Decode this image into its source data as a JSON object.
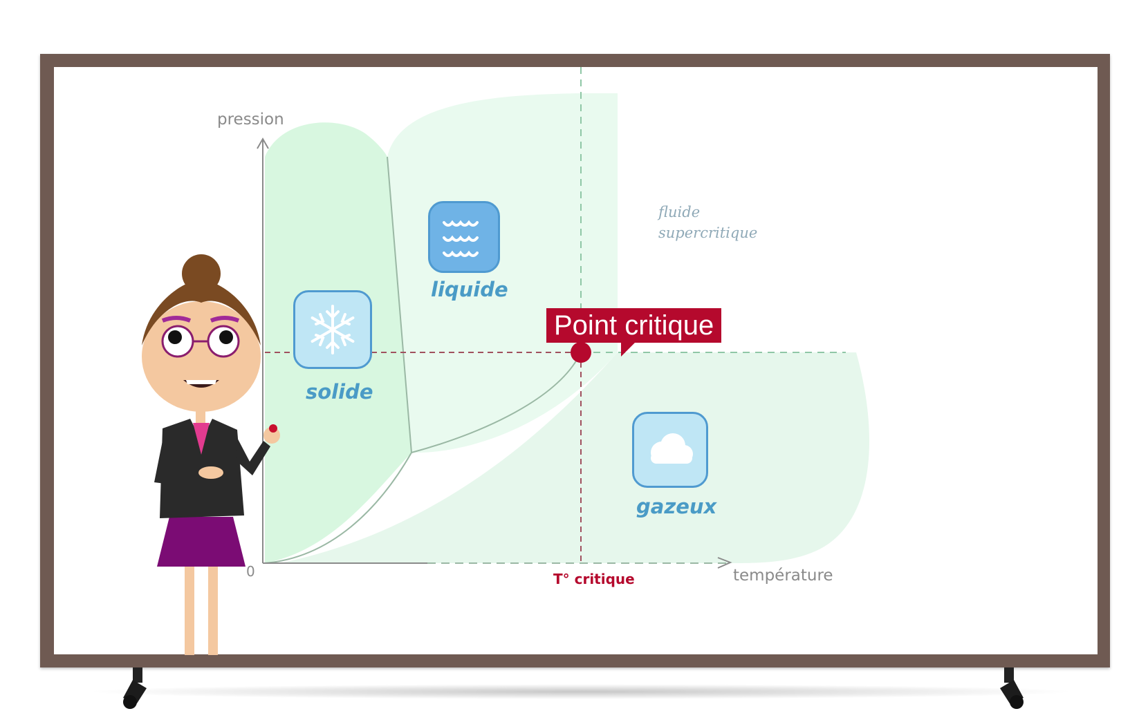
{
  "axes": {
    "y_label": "pression",
    "x_label": "température",
    "origin": "0"
  },
  "phases": {
    "solid": "solide",
    "liquid": "liquide",
    "gas": "gazeux",
    "supercritical_line1": "fluide",
    "supercritical_line2": "supercritique"
  },
  "critical_point": {
    "label": "Point critique",
    "temperature_label": "T° critique"
  },
  "icons": {
    "solid": "snowflake-icon",
    "liquid": "waves-icon",
    "gas": "cloud-icon"
  },
  "colors": {
    "frame": "#6f5a52",
    "solid_region": "#d8f7e0",
    "liquid_region": "#e9faef",
    "gas_region": "#e6f7ec",
    "critical": "#b5092d",
    "icon_fill": "#bfe6f5",
    "liquid_icon_fill": "#6fb3e6",
    "phase_label": "#4a9bc6",
    "jacket": "#2a2a2a",
    "skirt": "#7b0c74",
    "hair": "#7a4a22",
    "skin": "#f4c8a0"
  }
}
